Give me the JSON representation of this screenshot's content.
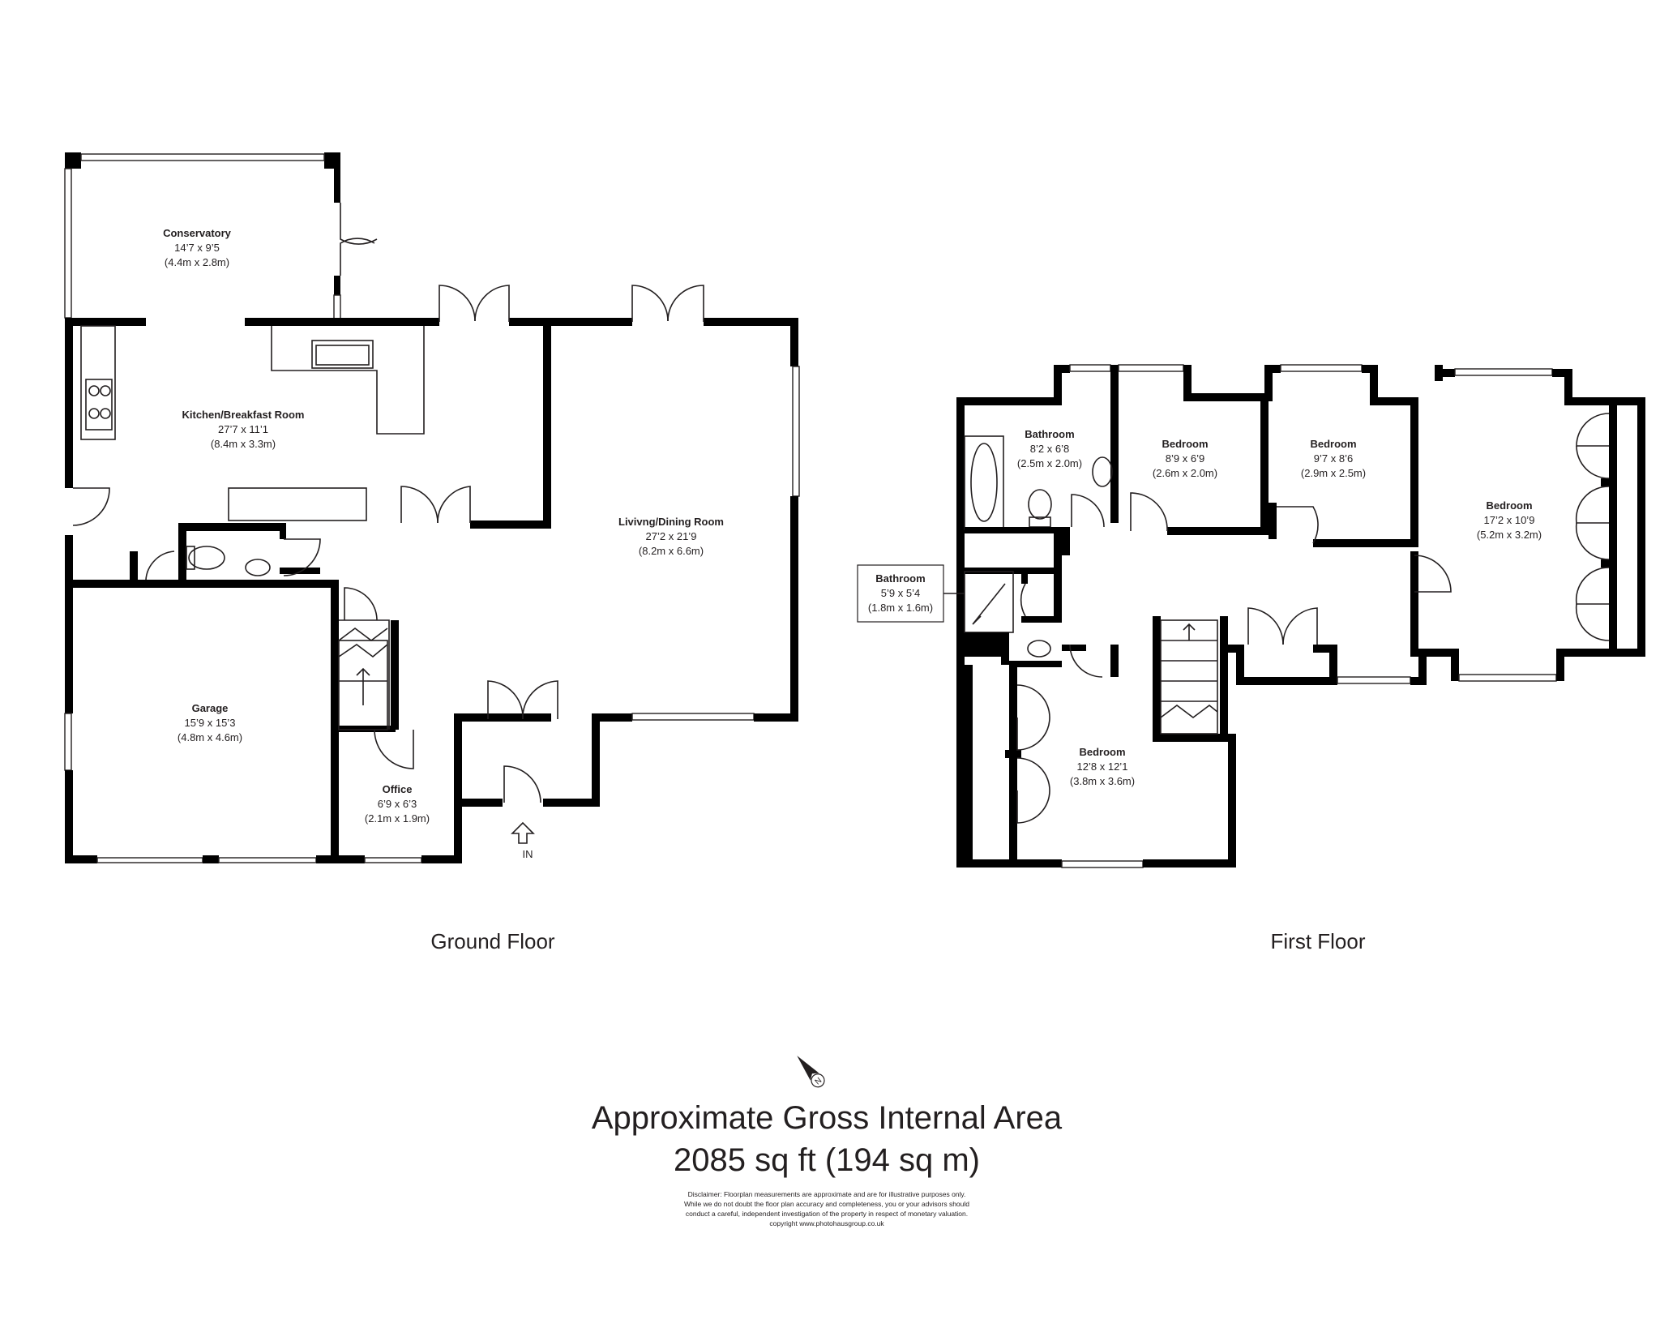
{
  "ground_floor": {
    "label": "Ground Floor",
    "entrance_label": "IN",
    "rooms": {
      "conservatory": {
        "name": "Conservatory",
        "imperial": "14’7 x 9’5",
        "metric": "(4.4m x 2.8m)"
      },
      "kitchen": {
        "name": "Kitchen/Breakfast Room",
        "imperial": "27’7 x 11’1",
        "metric": "(8.4m x 3.3m)"
      },
      "living": {
        "name": "Livivng/Dining Room",
        "imperial": "27’2 x 21’9",
        "metric": "(8.2m x 6.6m)"
      },
      "garage": {
        "name": "Garage",
        "imperial": "15’9 x 15’3",
        "metric": "(4.8m x 4.6m)"
      },
      "office": {
        "name": "Office",
        "imperial": "6’9 x 6’3",
        "metric": "(2.1m x 1.9m)"
      }
    }
  },
  "first_floor": {
    "label": "First Floor",
    "rooms": {
      "bathroom_main": {
        "name": "Bathroom",
        "imperial": "8’2 x 6’8",
        "metric": "(2.5m x 2.0m)"
      },
      "bedroom_2": {
        "name": "Bedroom",
        "imperial": "8’9 x 6’9",
        "metric": "(2.6m x 2.0m)"
      },
      "bedroom_3": {
        "name": "Bedroom",
        "imperial": "9’7 x 8’6",
        "metric": "(2.9m x 2.5m)"
      },
      "bedroom_master": {
        "name": "Bedroom",
        "imperial": "17’2 x 10’9",
        "metric": "(5.2m x 3.2m)"
      },
      "bathroom_small": {
        "name": "Bathroom",
        "imperial": "5’9 x 5’4",
        "metric": "(1.8m x 1.6m)"
      },
      "bedroom_4": {
        "name": "Bedroom",
        "imperial": "12’8 x 12’1",
        "metric": "(3.8m x 3.6m)"
      }
    }
  },
  "compass_icon": "north-arrow-icon",
  "compass_letter": "N",
  "area": {
    "title": "Approximate Gross Internal Area",
    "value": "2085 sq ft (194 sq m)"
  },
  "disclaimer": [
    "Disclaimer: Floorplan measurements are approximate and are for illustrative purposes only.",
    "While we do not doubt the floor plan accuracy and completeness, you or your advisors should",
    "conduct a careful, independent investigation of the property in respect of monetary valuation.",
    "copyright www.photohausgroup.co.uk"
  ]
}
